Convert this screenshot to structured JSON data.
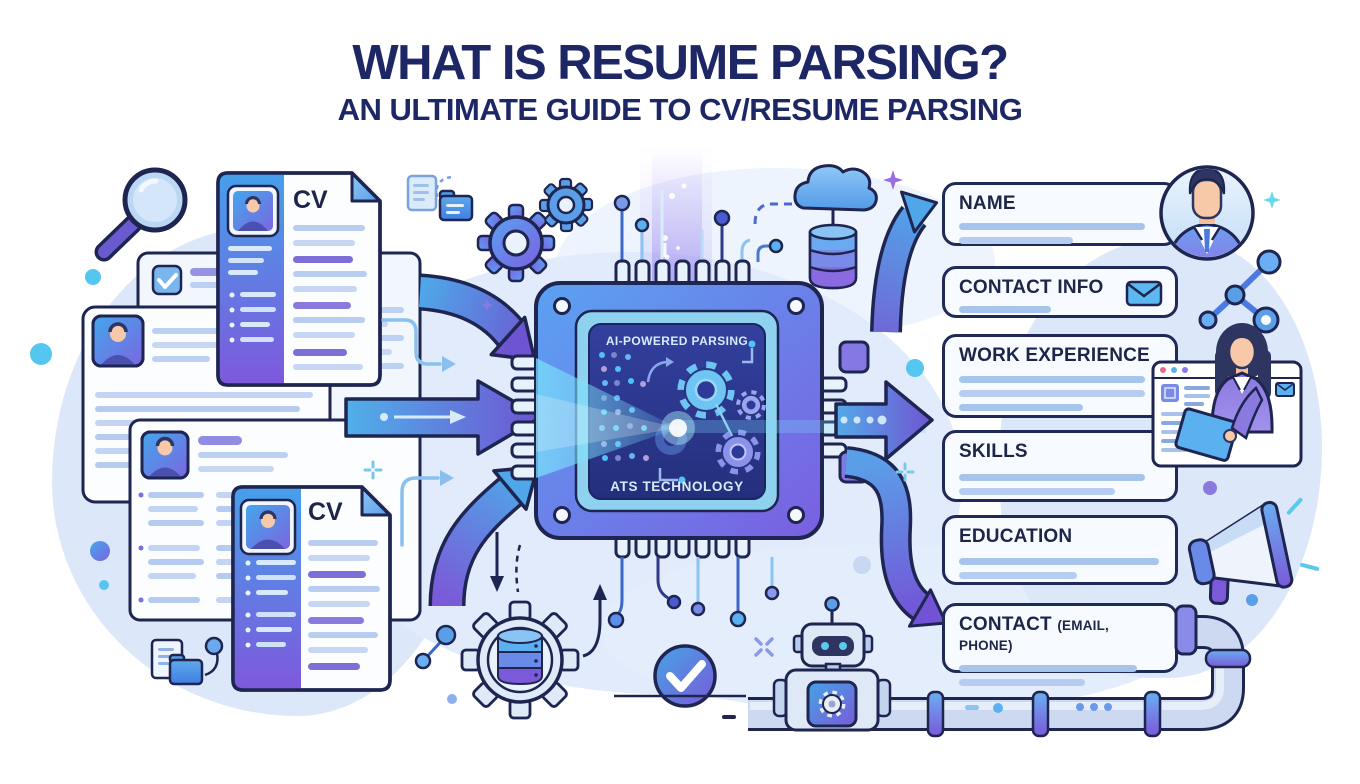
{
  "title": {
    "heading": "WHAT IS RESUME PARSING?",
    "subheading": "AN ULTIMATE GUIDE TO CV/RESUME PARSING"
  },
  "chip": {
    "top_label": "AI-POWERED PARSING",
    "bottom_label": "ATS TECHNOLOGY"
  },
  "documents": {
    "cv_top_label": "CV",
    "cv_bottom_label": "CV"
  },
  "parsed_fields": [
    {
      "label": "NAME"
    },
    {
      "label": "CONTACT INFO",
      "icon": "envelope-icon"
    },
    {
      "label": "WORK EXPERIENCE"
    },
    {
      "label": "SKILLS"
    },
    {
      "label": "EDUCATION"
    },
    {
      "label": "CONTACT",
      "suffix": "(EMAIL, PHONE)"
    }
  ],
  "colors": {
    "title_navy": "#1d2766",
    "outline_navy": "#1e2550",
    "accent_blue": "#4a9fe8",
    "accent_purple": "#7a5ad8",
    "chip_panel_navy": "#2e3a9a",
    "field_line_blue": "#a6c4ec",
    "background_blob": "#dce8fa"
  },
  "icons": [
    "magnifying-glass-icon",
    "cv-document-icon",
    "checklist-document-icon",
    "resume-document-icon",
    "document-transfer-icon",
    "gear-icon",
    "cloud-icon",
    "database-icon",
    "ai-chip-icon",
    "laser-beam",
    "flow-arrow-icon",
    "avatar-man-icon",
    "envelope-icon",
    "molecule-icon",
    "browser-window-icon",
    "recruiter-woman-icon",
    "megaphone-icon",
    "pipeline-icon",
    "robot-icon",
    "checkmark-circle-icon",
    "gear-database-icon",
    "sparkle-icon"
  ]
}
